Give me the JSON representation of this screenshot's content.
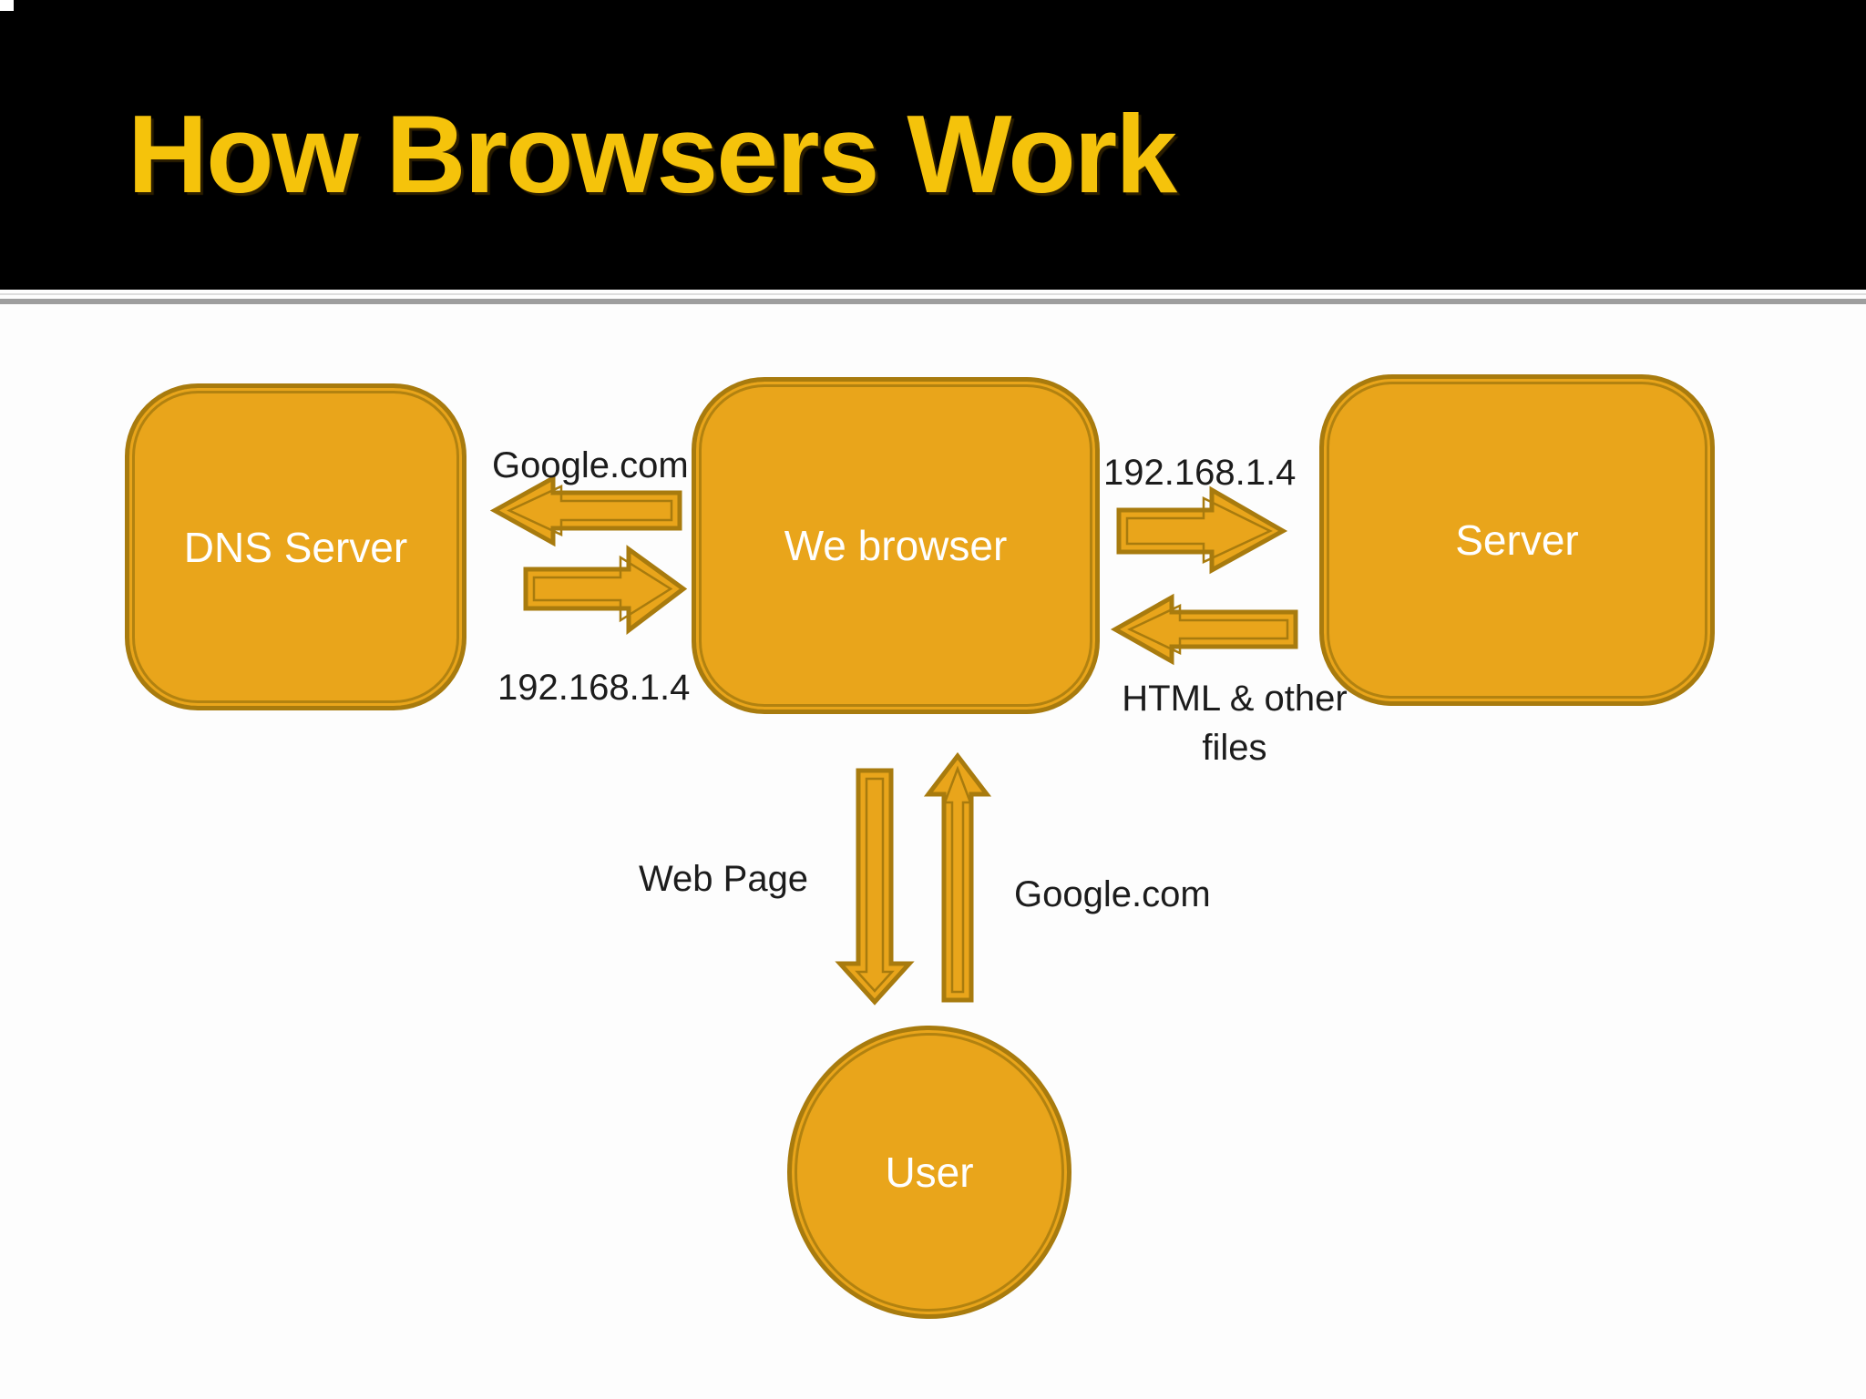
{
  "slide": {
    "title": "How Browsers Work"
  },
  "colors": {
    "banner": "#000000",
    "title": "#F5C30B",
    "background": "#FDFDFD",
    "shape_fill": "#E9A51B",
    "shape_border": "#A87B0E",
    "node_text": "#FFFFFF",
    "label_text": "#1C1C1C",
    "divider": "#9E9E9E"
  },
  "nodes": [
    {
      "id": "dns-server",
      "label": "DNS Server",
      "shape": "rounded-rectangle"
    },
    {
      "id": "web-browser",
      "label": "We browser",
      "shape": "rounded-rectangle"
    },
    {
      "id": "server",
      "label": "Server",
      "shape": "rounded-rectangle"
    },
    {
      "id": "user",
      "label": "User",
      "shape": "circle"
    }
  ],
  "edges": [
    {
      "label": "Google.com",
      "from": "web-browser",
      "to": "dns-server",
      "direction": "left"
    },
    {
      "label": "192.168.1.4",
      "from": "dns-server",
      "to": "web-browser",
      "direction": "right"
    },
    {
      "label": "192.168.1.4",
      "from": "web-browser",
      "to": "server",
      "direction": "right"
    },
    {
      "label": "HTML & other files",
      "from": "server",
      "to": "web-browser",
      "direction": "left"
    },
    {
      "label": "Web Page",
      "from": "web-browser",
      "to": "user",
      "direction": "down"
    },
    {
      "label": "Google.com",
      "from": "user",
      "to": "web-browser",
      "direction": "up"
    }
  ]
}
